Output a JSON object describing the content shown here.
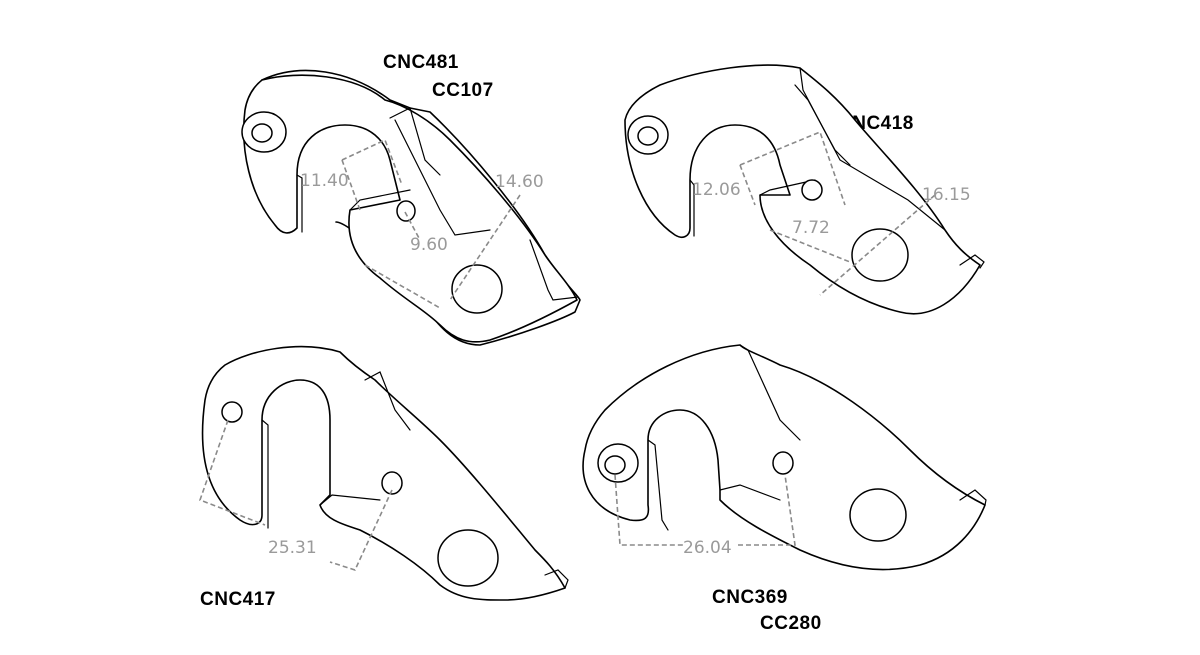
{
  "labels": {
    "top_left_primary": "CNC481",
    "top_left_secondary": "CC107",
    "top_right": "CNC418",
    "bottom_left": "CNC417",
    "bottom_right_primary": "CNC369",
    "bottom_right_secondary": "CC280"
  },
  "dimensions": {
    "cnc481_a": "11.40",
    "cnc481_b": "14.60",
    "cnc481_c": "9.60",
    "cnc418_a": "12.06",
    "cnc418_b": "16.15",
    "cnc418_c": "7.72",
    "cnc417_a": "25.31",
    "cnc369_a": "26.04"
  },
  "colors": {
    "outline": "#000000",
    "dimension": "#8a8a8a",
    "background": "#ffffff"
  }
}
